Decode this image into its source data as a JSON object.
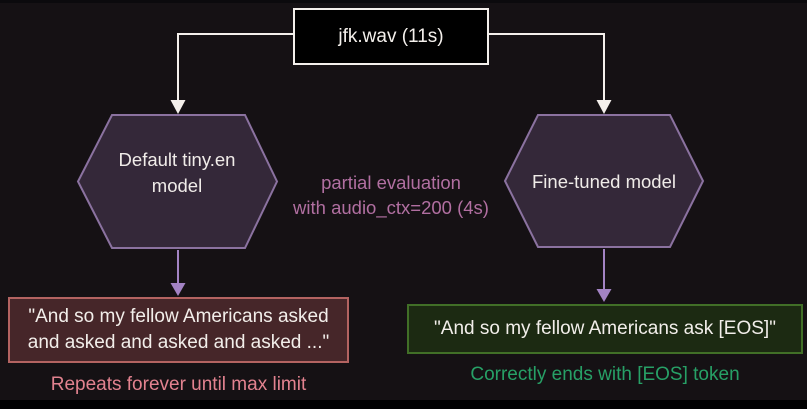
{
  "diagram": {
    "source_node": {
      "label": "jfk.wav (11s)"
    },
    "left_branch": {
      "model_label": "Default tiny.en\nmodel",
      "result_text": "\"And so my fellow Americans asked\nand asked and asked and asked ...\"",
      "caption": "Repeats forever until max limit"
    },
    "right_branch": {
      "model_label": "Fine-tuned model",
      "result_text": "\"And so my fellow Americans ask [EOS]\"",
      "caption": "Correctly ends with [EOS] token"
    },
    "annotation": "partial evaluation\nwith audio_ctx=200 (4s)",
    "colors": {
      "background": "#151114",
      "connector_white": "#f4f0ec",
      "hexagon_fill": "#342839",
      "hexagon_border": "#8b72a0",
      "purple_arrow": "#a383c4",
      "annotation_text": "#b16fa1",
      "failure_box_fill": "#462629",
      "failure_box_border": "#b36361",
      "failure_caption": "#e2828f",
      "success_box_fill": "#1c2a12",
      "success_box_border": "#416f27",
      "success_caption": "#27a066"
    }
  }
}
